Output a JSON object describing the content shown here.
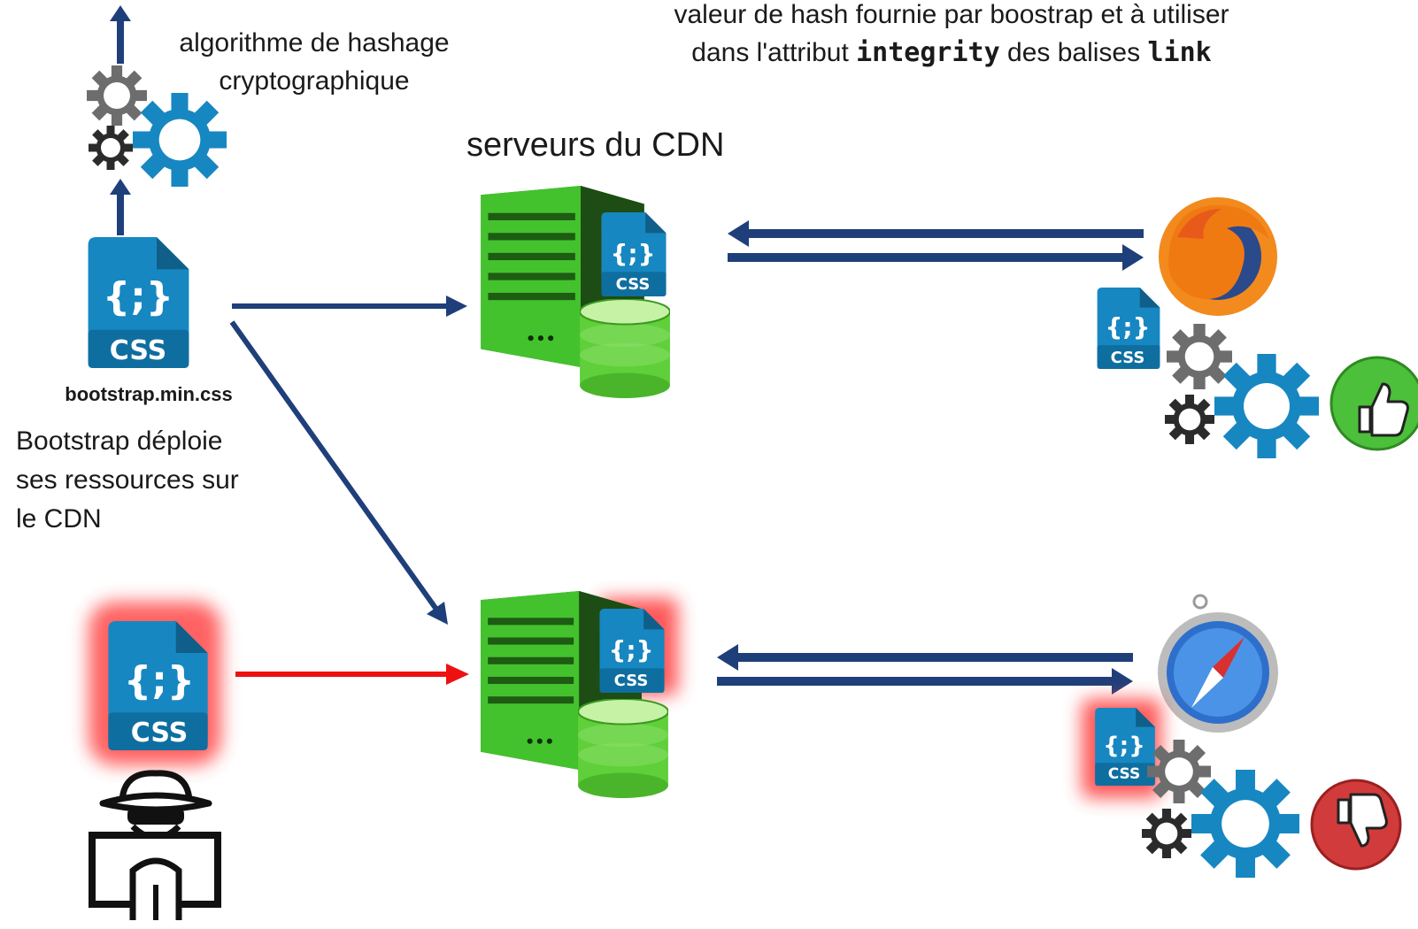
{
  "header": {
    "line1": "valeur de hash fournie par boostrap et à utiliser",
    "line2_prefix": "dans l'attribut ",
    "line2_code1": "integrity",
    "line2_middle": " des balises ",
    "line2_code2": "link"
  },
  "hash_algo": {
    "line1": "algorithme de hashage",
    "line2": "cryptographique"
  },
  "cdn_label": "serveurs du CDN",
  "source_file": {
    "name": "bootstrap.min.css"
  },
  "deploy_note": {
    "line1": "Bootstrap déploie",
    "line2": "ses ressources sur",
    "line3": "le CDN"
  },
  "file_icon": {
    "braces": "{;}",
    "ext": "CSS"
  },
  "colors": {
    "primary_blue": "#1787c1",
    "arrow_navy": "#1f3f7a",
    "attack_red": "#ee1111",
    "server_green": "#3fbf2e",
    "ok_green": "#4cbf3b",
    "bad_red": "#d23b3b",
    "gear_gray": "#6d6d6d",
    "gear_dark": "#2b2b2b"
  },
  "icons": [
    "css-file-icon",
    "gear-icon",
    "server-icon",
    "database-icon",
    "firefox-icon",
    "safari-icon",
    "thumbs-up-icon",
    "thumbs-down-icon",
    "hacker-icon"
  ]
}
